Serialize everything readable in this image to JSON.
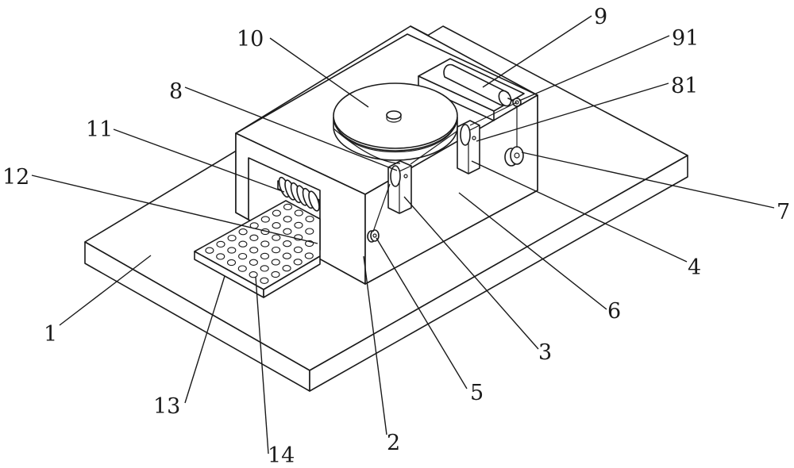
{
  "figure": {
    "type": "patent-isometric-line-drawing",
    "line_color": "#1a1a1a",
    "background": "#ffffff"
  },
  "labels": [
    {
      "id": "1",
      "text": "1"
    },
    {
      "id": "2",
      "text": "2"
    },
    {
      "id": "3",
      "text": "3"
    },
    {
      "id": "4",
      "text": "4"
    },
    {
      "id": "5",
      "text": "5"
    },
    {
      "id": "6",
      "text": "6"
    },
    {
      "id": "7",
      "text": "7"
    },
    {
      "id": "8",
      "text": "8"
    },
    {
      "id": "9",
      "text": "9"
    },
    {
      "id": "10",
      "text": "10"
    },
    {
      "id": "11",
      "text": "11"
    },
    {
      "id": "12",
      "text": "12"
    },
    {
      "id": "13",
      "text": "13"
    },
    {
      "id": "14",
      "text": "14"
    },
    {
      "id": "81",
      "text": "81"
    },
    {
      "id": "91",
      "text": "91"
    }
  ],
  "parts": {
    "tray_hole_rows": 6,
    "tray_hole_cols": 8,
    "brush_coils": 6
  }
}
